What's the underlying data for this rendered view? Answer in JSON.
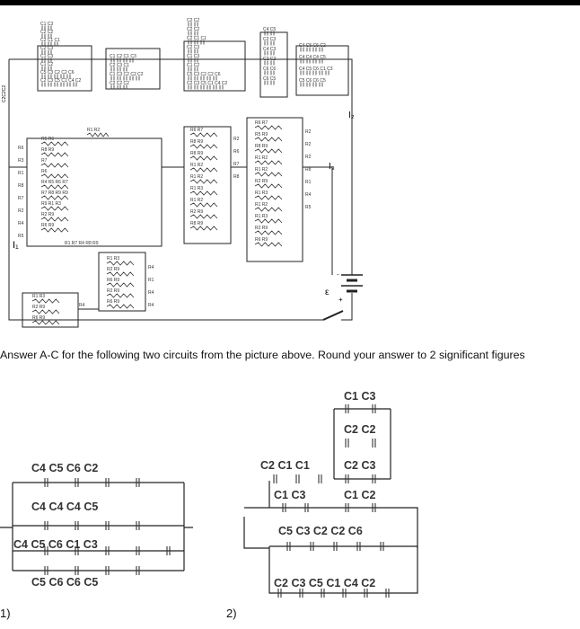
{
  "instructions": "Answer A-C for the following two circuits from the picture above. Round your answer to 2 significant figures",
  "circuit_labels": [
    "1)",
    "2)"
  ],
  "schematic": {
    "current_labels": {
      "i1": "I₁",
      "i2": "I₂",
      "i3": "I₃"
    },
    "emf_label": "ε",
    "battery_plus": "+",
    "battery_minus": "–",
    "left_edge": "C2C2C2",
    "top_bank": {
      "left": [
        "C1 C3",
        "C2 C2",
        "C2 C1 C1",
        "C2 C3",
        "C1 C3",
        "C1 C2",
        "C5 C3 C2 C2 C6",
        "C2 C3 C5 C1 C4 C2"
      ],
      "middle": [
        "C1 C2 C1 C3",
        "C2 C3 C1",
        "C1 C3 C2 C2 C2",
        "C2 C2 C2"
      ],
      "right_a": [
        "C2 C2",
        "C2 C2",
        "C2 C1 C1",
        "C2 C3",
        "C1 C3",
        "C1 C2",
        "C5 C3 C2 C2 C6",
        "C2 C3 C5 C1 C4 C2"
      ],
      "right_b": [
        "C4 C5",
        "C2 C3",
        "C4 C3",
        "C2 C2",
        "C6 C6",
        "C6 C5"
      ],
      "right_c": [
        "C4 C5 C6 C2",
        "C4 C4 C4 C5",
        "C4 C5 C6 C1 C3",
        "C5 C6 C6 C5"
      ]
    },
    "block_a": {
      "top": "R1 R2",
      "rows": [
        "R5 R6",
        "R8 R9",
        "R7",
        "R6",
        "R4 R5 R6 R7",
        "R7 R8 R9 R9",
        "R9 R1 R3",
        "R2 R9",
        "R6 R9"
      ],
      "bottom": "R1 R7 R4 R8 R9",
      "side": [
        "R6",
        "R3",
        "R1",
        "R8",
        "R7",
        "R2",
        "R4",
        "R5"
      ]
    },
    "block_b": {
      "rows": [
        "R6 R7",
        "R8 R9",
        "R8 R9",
        "R1 R2",
        "R1 R2",
        "R1 R3",
        "R1 R2",
        "R2 R9",
        "R8 R9"
      ],
      "side": [
        "R2",
        "R6",
        "R7",
        "R8"
      ]
    },
    "block_c": {
      "rows": [
        "R6 R7",
        "R5 R9",
        "R8 R9",
        "R1 R2",
        "R1 R2",
        "R2 R9",
        "R1 R3",
        "R1 R2",
        "R1 R3",
        "R2 R9",
        "R6 R9"
      ],
      "side": [
        "R2",
        "R2",
        "R2",
        "R8",
        "R1",
        "R4",
        "R5"
      ]
    },
    "block_d": {
      "rows": [
        "R1 R3",
        "R2 R9",
        "R6 R9",
        "R2 R9",
        "R6 R9"
      ],
      "side": [
        "R4",
        "R1",
        "R4",
        "R4"
      ]
    },
    "block_e": {
      "rows": [
        "R1 R3",
        "R2 R9",
        "R6 R9"
      ],
      "side": [
        "R4"
      ]
    }
  },
  "circuit1": {
    "branches": [
      [
        "C4",
        "C5",
        "C6",
        "C2"
      ],
      [
        "C4",
        "C4",
        "C4",
        "C5"
      ],
      [
        "C4",
        "C5",
        "C6",
        "C1",
        "C3"
      ],
      [
        "C5",
        "C6",
        "C6",
        "C5"
      ]
    ]
  },
  "circuit2": {
    "top_stack": [
      "C1 C3",
      "C2 C2",
      "C2 C3",
      "C1 C2"
    ],
    "left_upper": "C2 C1 C1",
    "left_lower": "C1 C3",
    "middle": "C5 C3 C2 C2 C6",
    "bottom": "C2 C3 C5 C1 C4 C2"
  }
}
